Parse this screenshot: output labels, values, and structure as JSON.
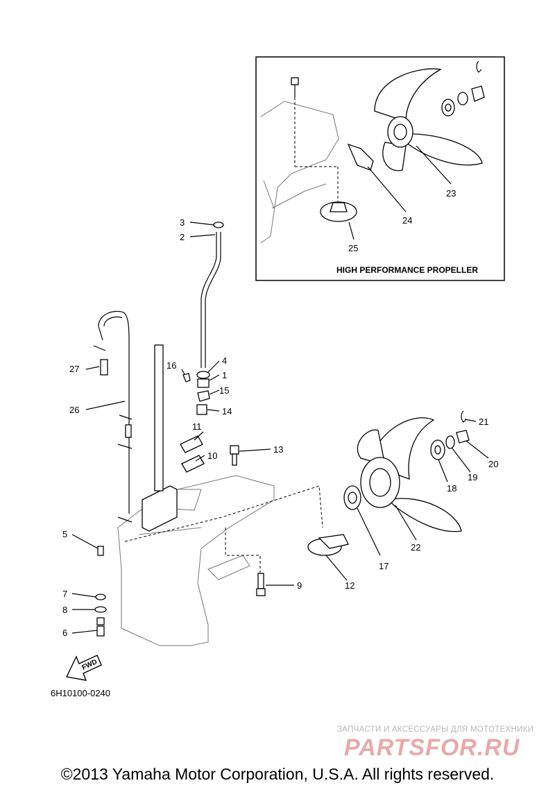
{
  "inset": {
    "title": "HIGH PERFORMANCE PROPELLER"
  },
  "callouts": {
    "p1": "1",
    "p2": "2",
    "p3": "3",
    "p4": "4",
    "p5": "5",
    "p6": "6",
    "p7": "7",
    "p8": "8",
    "p9": "9",
    "p10": "10",
    "p11": "11",
    "p12": "12",
    "p13": "13",
    "p14": "14",
    "p15": "15",
    "p16": "16",
    "p17": "17",
    "p18": "18",
    "p19": "19",
    "p20": "20",
    "p21": "21",
    "p22": "22",
    "p23": "23",
    "p24": "24",
    "p25": "25",
    "p26": "26",
    "p27": "27"
  },
  "fwd_label": "FWD",
  "drawing_number": "6H10100-0240",
  "watermark": {
    "tagline": "ЗАПЧАСТИ И АКСЕССУАРЫ ДЛЯ МОТОТЕХНИКИ",
    "brand": "PARTSFOR.RU"
  },
  "copyright": "©2013 Yamaha Motor Corporation, U.S.A. All rights reserved."
}
